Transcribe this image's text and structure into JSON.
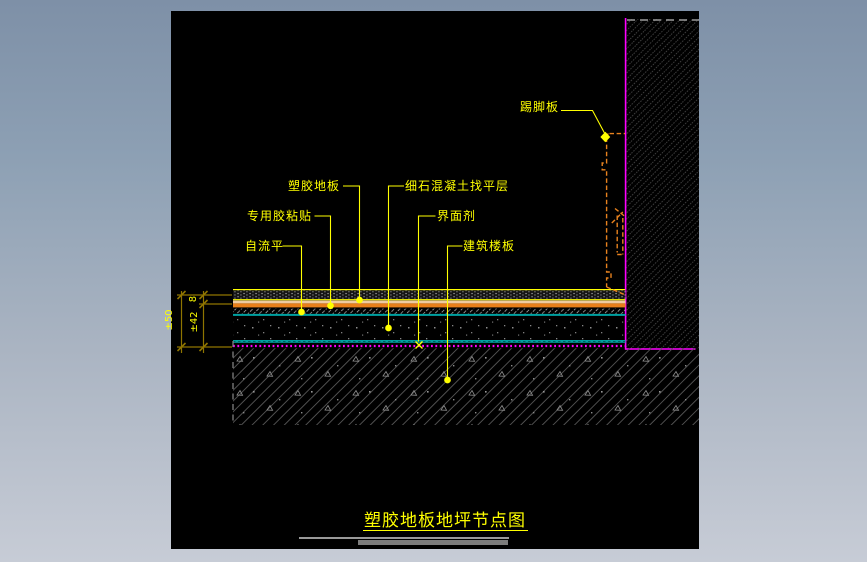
{
  "window": {
    "background_top": "#7e90a7",
    "background_bottom": "#c7ccd6",
    "canvas_color": "#000000"
  },
  "drawing": {
    "title": "塑胶地板地坪节点图",
    "labels": {
      "skirting_board": "踢脚板",
      "plastic_floor": "塑胶地板",
      "concrete_leveling": "细石混凝土找平层",
      "adhesive": "专用胶粘贴",
      "interface_agent": "界面剂",
      "self_leveling": "自流平",
      "building_slab": "建筑楼板"
    },
    "dimensions": {
      "overall": "±50",
      "screed": "±42",
      "floor_thickness": "8"
    },
    "colors": {
      "annotation": "#ffff00",
      "dimension_line": "#8f7500",
      "wall_boundary": "#ff00ff",
      "skirting_profile": "#e8821e",
      "adhesive_layer": "#e87f1a",
      "leveling_tan_layer": "#eecba0",
      "interface_layer": "#00a0a0",
      "hatch_gray": "#565656"
    }
  }
}
